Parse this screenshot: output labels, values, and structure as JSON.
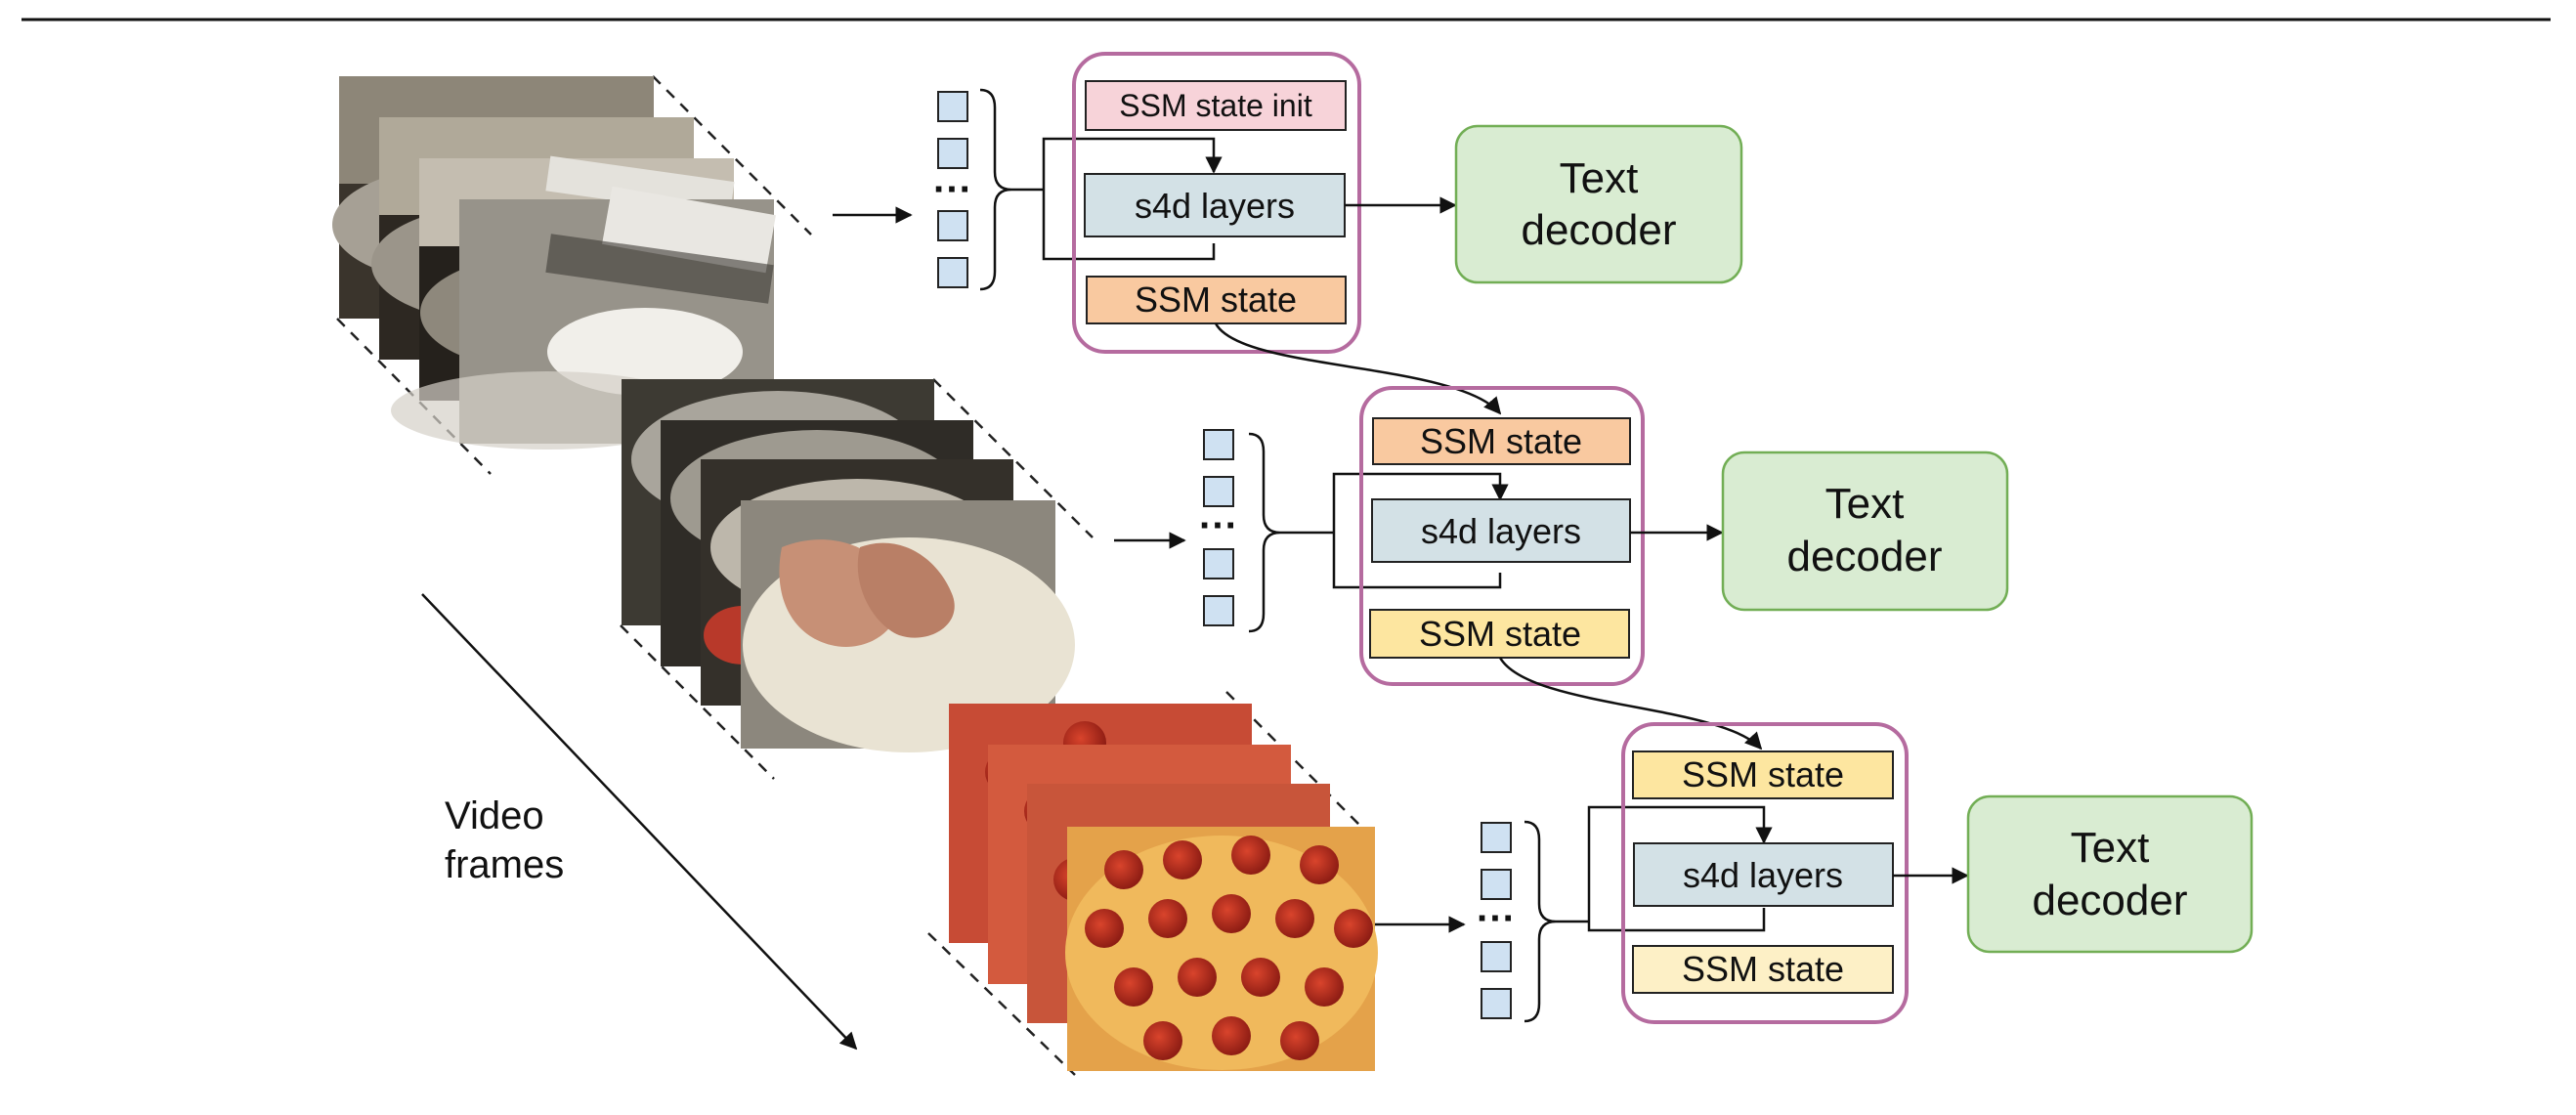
{
  "colors": {
    "group_border": "#b56b9f",
    "ssm_init_fill": "#f7d3d9",
    "ssm_state_orange_fill": "#f9c9a0",
    "ssm_state_yellow_fill": "#fde6a0",
    "ssm_state_pale_fill": "#fdf0c6",
    "s4d_fill": "#d3e1e6",
    "decoder_fill": "#d9ecd2",
    "decoder_border": "#72ae55",
    "token_fill": "#cfe1f2"
  },
  "icons": [
    "top-rule-line",
    "video-frame-stack",
    "token-square",
    "brace",
    "flow-arrow",
    "recurrence-loop"
  ],
  "video_frames_label": [
    "Video",
    "frames"
  ],
  "ellipsis": "···",
  "blocks": [
    {
      "top_state": "SSM state init",
      "layers": "s4d layers",
      "bottom_state": "SSM state",
      "decoder": [
        "Text",
        "decoder"
      ],
      "frame_scene": "mixer bowl"
    },
    {
      "top_state": "SSM state",
      "layers": "s4d layers",
      "bottom_state": "SSM state",
      "decoder": [
        "Text",
        "decoder"
      ],
      "frame_scene": "pizza dough"
    },
    {
      "top_state": "SSM state",
      "layers": "s4d layers",
      "bottom_state": "SSM state",
      "decoder": [
        "Text",
        "decoder"
      ],
      "frame_scene": "pepperoni pizza"
    }
  ]
}
